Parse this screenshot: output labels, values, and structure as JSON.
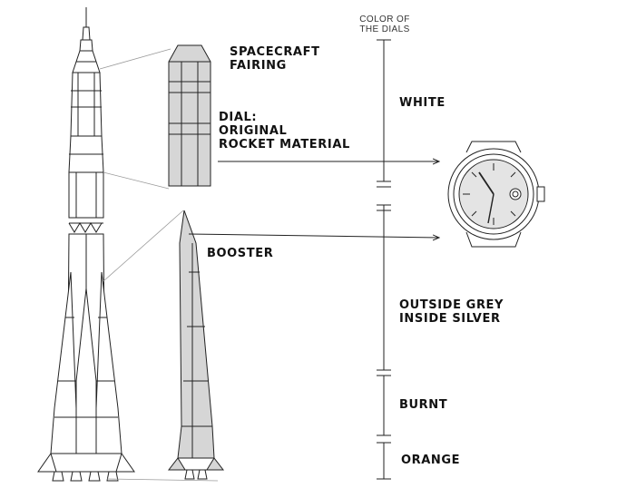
{
  "diagram": {
    "scale_header": "COLOR OF\nTHE DIALS",
    "labels": {
      "fairing": "SPACECRAFT\nFAIRING",
      "dial": "DIAL:\nORIGINAL\nROCKET MATERIAL",
      "booster": "BOOSTER"
    },
    "segments": [
      {
        "label": "WHITE"
      },
      {
        "label": "OUTSIDE GREY\nINSIDE SILVER"
      },
      {
        "label": "BURNT"
      },
      {
        "label": "ORANGE"
      }
    ],
    "colors": {
      "line": "#222222",
      "fill_grey": "#d6d6d6",
      "guide": "#9a9a9a"
    },
    "icons": [
      "rocket-illustration",
      "fairing-illustration",
      "booster-illustration",
      "watch-icon"
    ]
  }
}
